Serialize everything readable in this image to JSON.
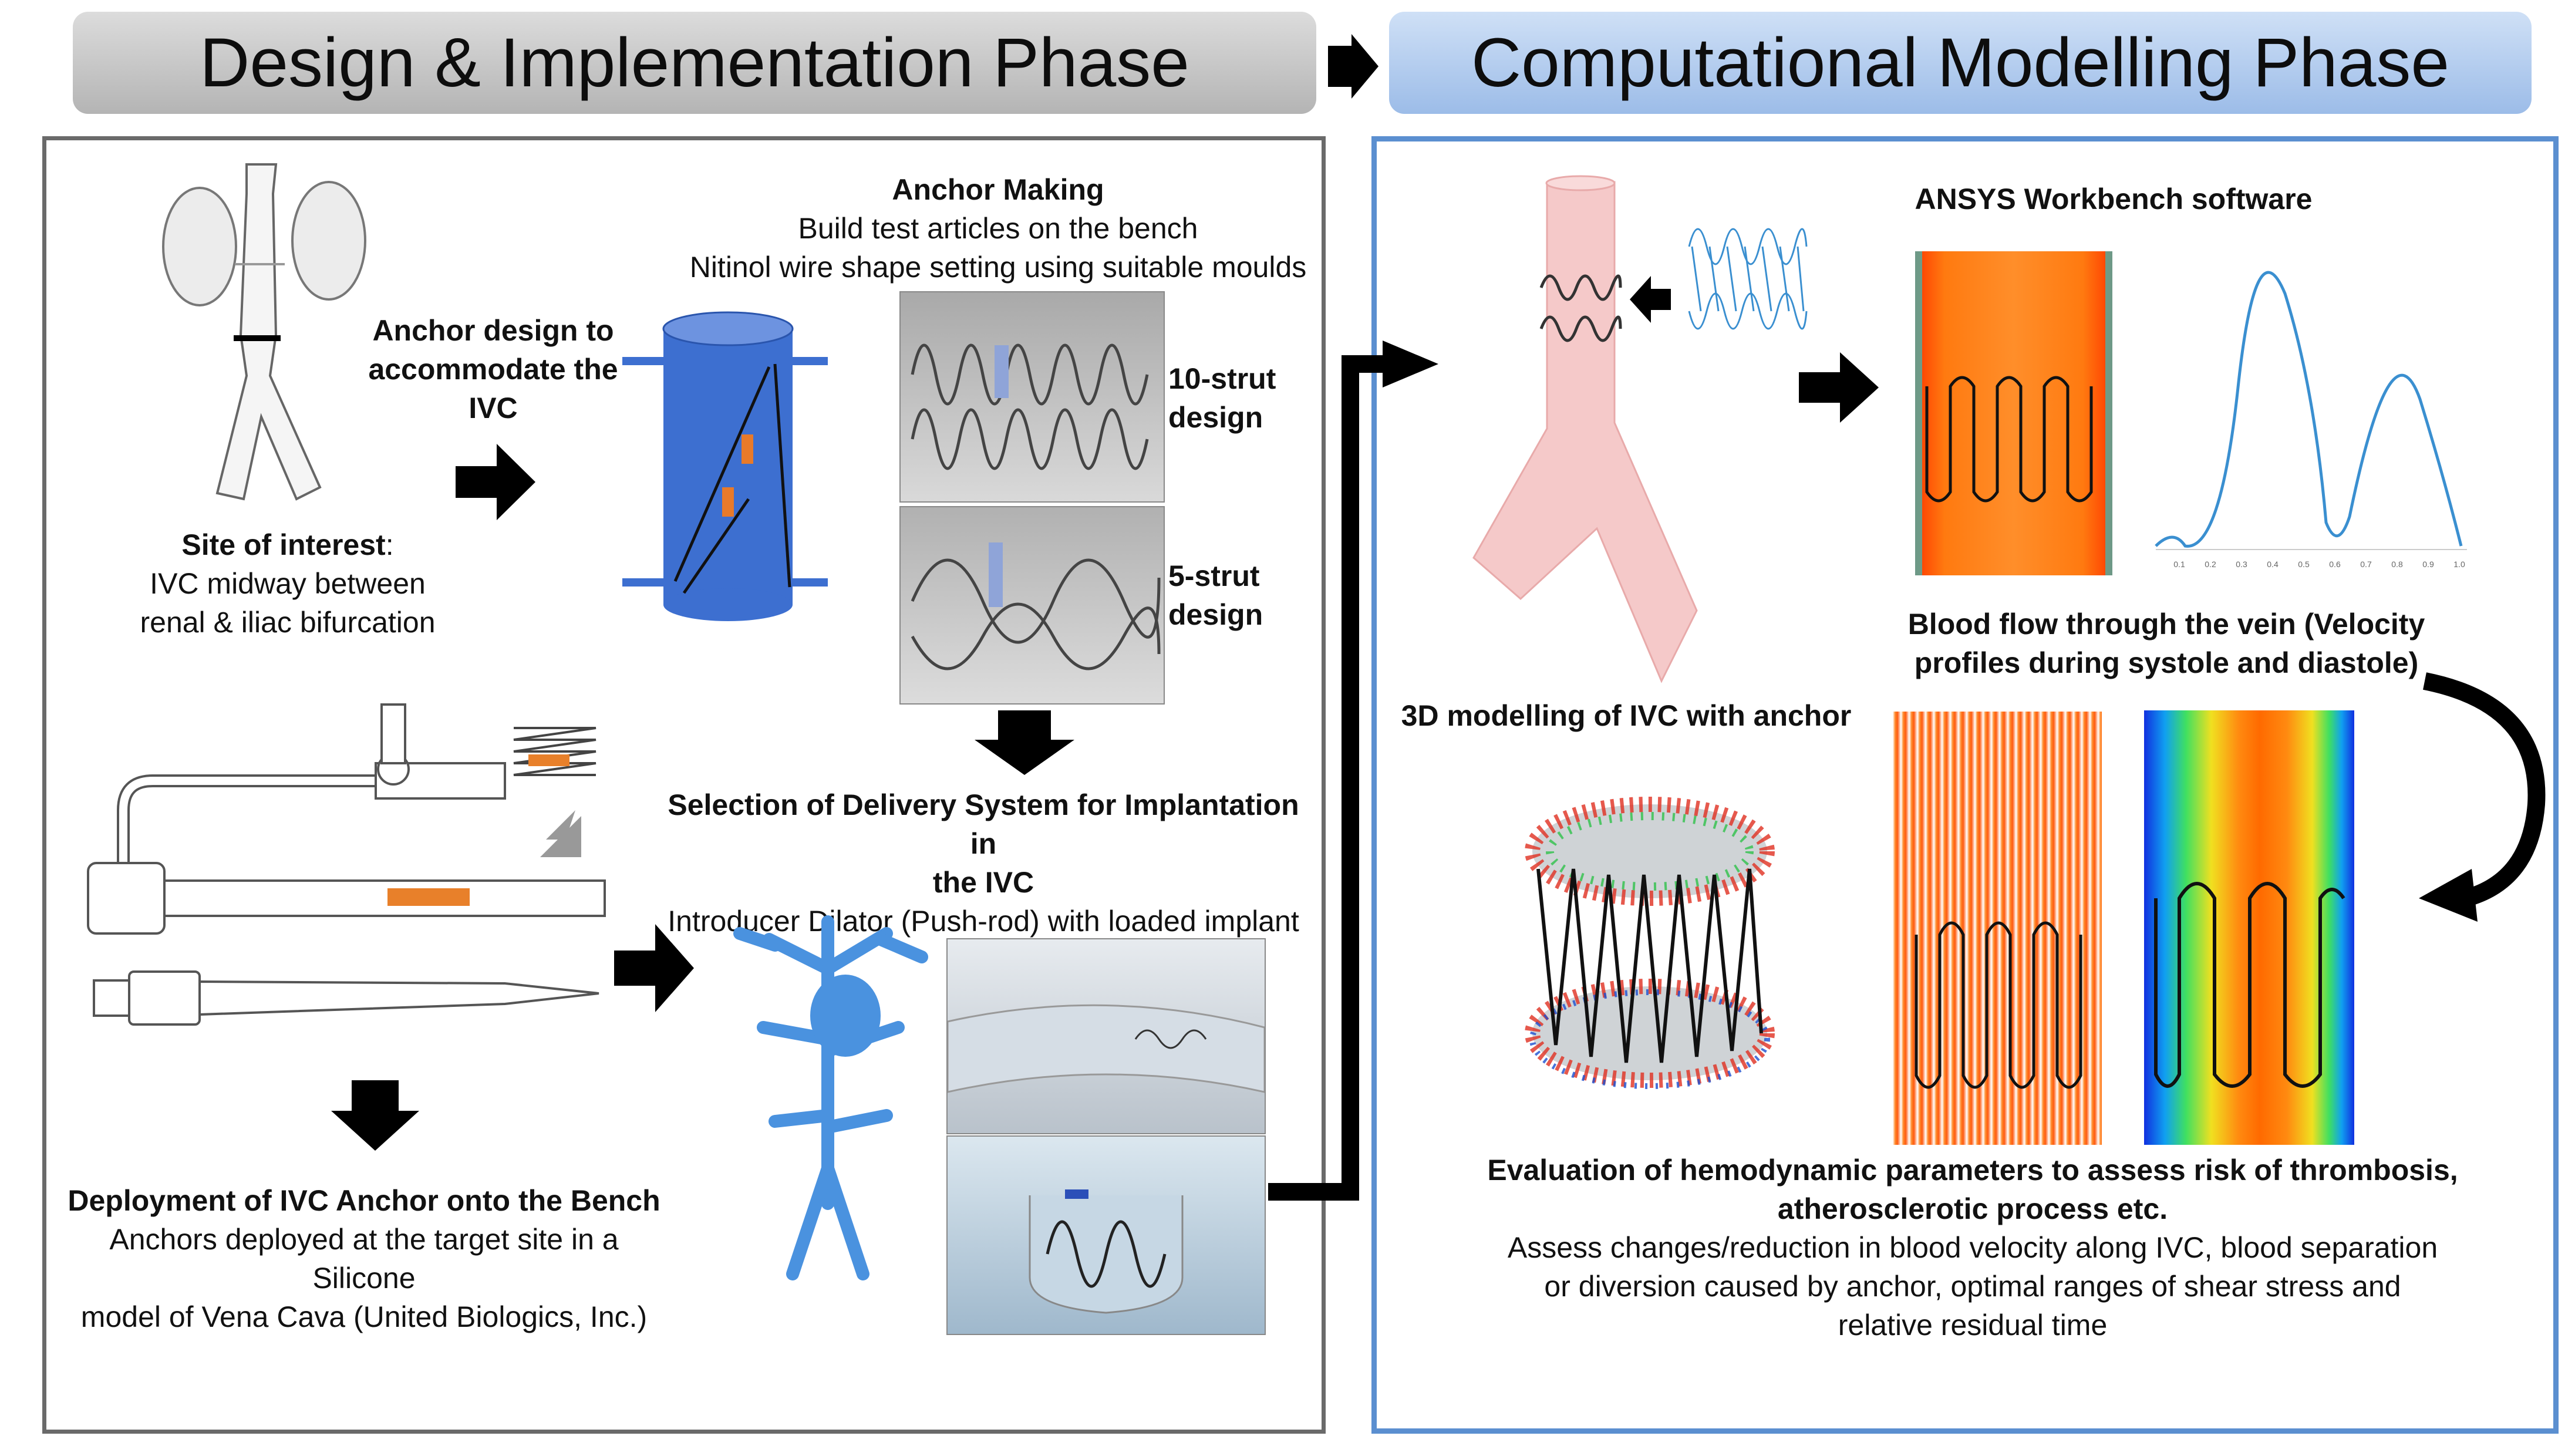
{
  "phases": {
    "design": "Design & Implementation Phase",
    "computational": "Computational Modelling Phase"
  },
  "design_panel": {
    "site_title": "Site of interest",
    "site_colon": ":",
    "site_line1": "IVC midway between",
    "site_line2": "renal & iliac bifurcation",
    "anchor_design_line1": "Anchor design to",
    "anchor_design_line2": "accommodate the",
    "anchor_design_line3": "IVC",
    "anchor_making_title": "Anchor Making",
    "anchor_making_line1": "Build test articles on the bench",
    "anchor_making_line2": "Nitinol wire shape setting using suitable moulds",
    "strut10_line1": "10-strut",
    "strut10_line2": "design",
    "strut5_line1": "5-strut",
    "strut5_line2": "design",
    "delivery_title_line1": "Selection of Delivery System for Implantation in",
    "delivery_title_line2": "the IVC",
    "delivery_line": "Introducer Dilator (Push-rod) with loaded implant",
    "deploy_title": "Deployment of IVC Anchor onto the Bench",
    "deploy_line1": "Anchors deployed at the target site in a Silicone",
    "deploy_line2": "model of Vena Cava (United Biologics, Inc.)"
  },
  "computational_panel": {
    "software_title": "ANSYS Workbench software",
    "modelling_label": "3D modelling of IVC with anchor",
    "bloodflow_line1": "Blood flow through the vein (Velocity",
    "bloodflow_line2": "profiles during systole and diastole)",
    "eval_title_line1": "Evaluation of hemodynamic parameters to assess risk of thrombosis,",
    "eval_title_line2": "atherosclerotic process etc.",
    "eval_line1": "Assess changes/reduction in blood velocity along IVC, blood separation",
    "eval_line2": "or  diversion caused by anchor, optimal ranges of shear stress and",
    "eval_line3": "relative residual time",
    "velocity_ticks": [
      "0.1",
      "0.2",
      "0.3",
      "0.4",
      "0.5",
      "0.6",
      "0.7",
      "0.8",
      "0.9",
      "1.0"
    ]
  },
  "colors": {
    "panel_left_border": "#6a6a6a",
    "panel_right_border": "#5b8fd0",
    "mould_blue": "#3d6fd0",
    "curve_blue": "#3a8fd0",
    "vein_pink": "#f5c9c9",
    "arrow": "#000000"
  },
  "icons": [
    "right-arrow-icon",
    "down-arrow-icon",
    "curved-arrow-icon",
    "left-arrow-icon"
  ]
}
